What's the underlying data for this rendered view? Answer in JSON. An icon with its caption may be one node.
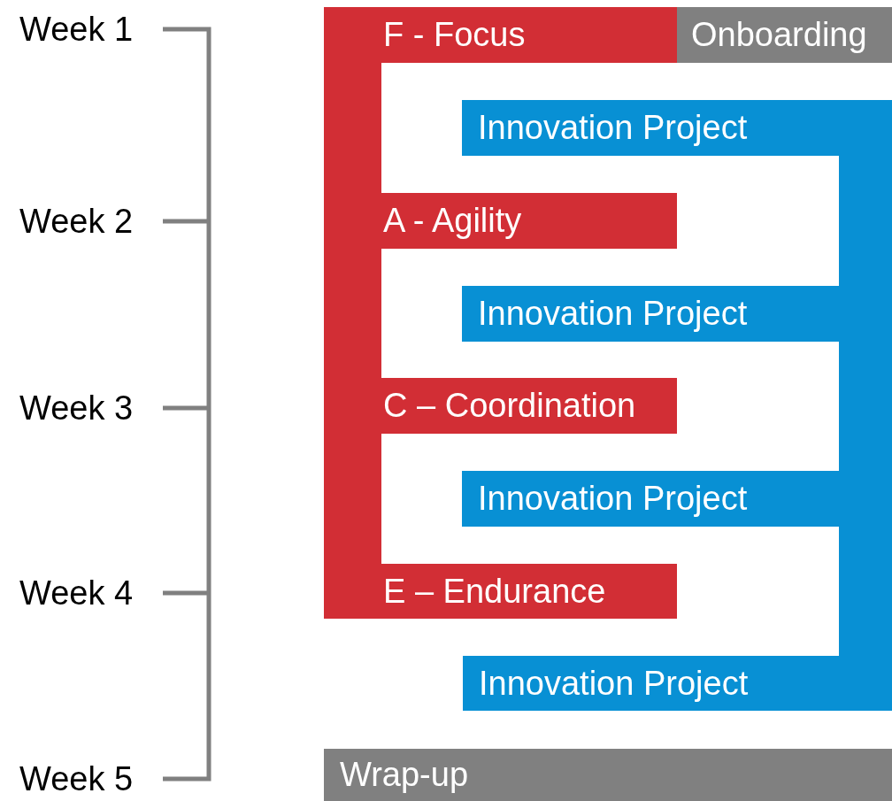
{
  "diagram": {
    "nodes": [
      {
        "text": [
          "F - Focus"
        ]
      },
      {
        "text": [
          "Onboarding"
        ]
      },
      {
        "text": [
          "Innovation Project"
        ]
      },
      {
        "text": [
          "A - Agility"
        ]
      },
      {
        "text": [
          "Innovation Project"
        ]
      },
      {
        "text": [
          "C – Coordination"
        ]
      },
      {
        "text": [
          "Innovation Project"
        ]
      },
      {
        "text": [
          "E – Endurance"
        ]
      },
      {
        "text": [
          "Innovation Project"
        ]
      },
      {
        "text": [
          "Wrap-up"
        ]
      },
      {
        "text": [],
        "shape": "bar"
      },
      {
        "text": [],
        "shape": "bar"
      }
    ],
    "labels": [
      "Week 1",
      "Week 2",
      "Week 3",
      "Week 4",
      "Week 5"
    ]
  }
}
